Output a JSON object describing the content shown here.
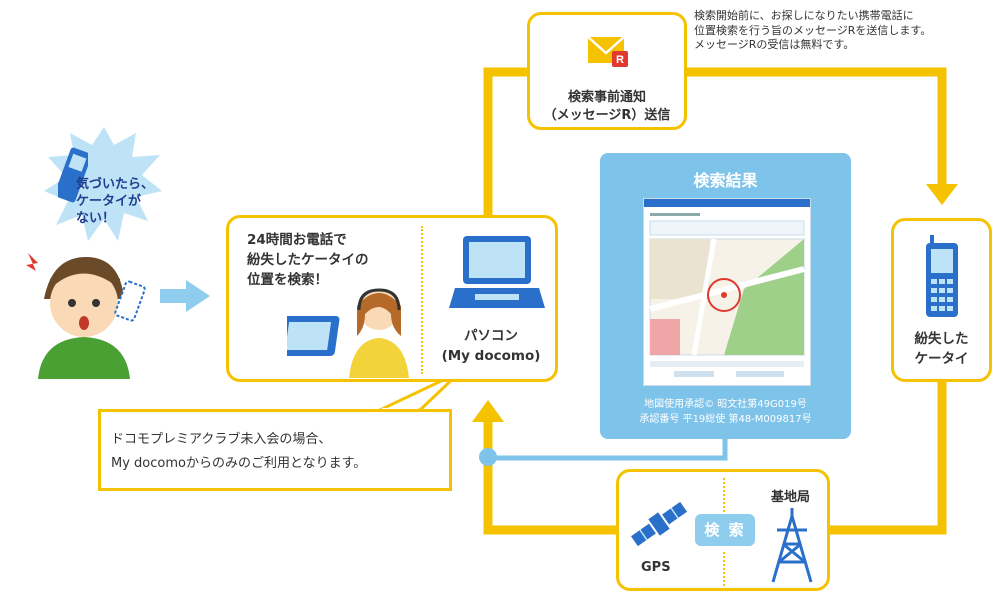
{
  "note": {
    "line1": "検索開始前に、お探しになりたい携帯電話に",
    "line2": "位置検索を行う旨のメッセージRを送信します。",
    "line3": "メッセージRの受信は無料です。"
  },
  "notify": {
    "line1": "検索事前通知",
    "line2": "（メッセージR）送信",
    "icon": "envelope-icon",
    "icon_badge": "R"
  },
  "user": {
    "bubble_line1": "気づいたら、",
    "bubble_line2": "ケータイが",
    "bubble_line3": "ない！"
  },
  "pc_box": {
    "line1": "24時間お電話で",
    "line2": "紛失したケータイの",
    "line3": "位置を検索！",
    "label_line1": "パソコン",
    "label_line2": "(My docomo)"
  },
  "result": {
    "title": "検索結果",
    "credit_line1": "地図使用承認© 昭文社第49G019号",
    "credit_line2": "承認番号 平19総使 第48-M009817号"
  },
  "phone": {
    "line1": "紛失した",
    "line2": "ケータイ"
  },
  "search": {
    "center": "検 索",
    "gps": "GPS",
    "base": "基地局"
  },
  "callout": {
    "line1": "ドコモプレミアクラブ未入会の場合、",
    "line2": "My docomoからのみのご利用となります。"
  },
  "colors": {
    "flow_yellow": "#f5c200",
    "light_blue": "#7ec3ea",
    "pill_blue": "#8fcdee",
    "accent_blue": "#2a6fc9"
  }
}
